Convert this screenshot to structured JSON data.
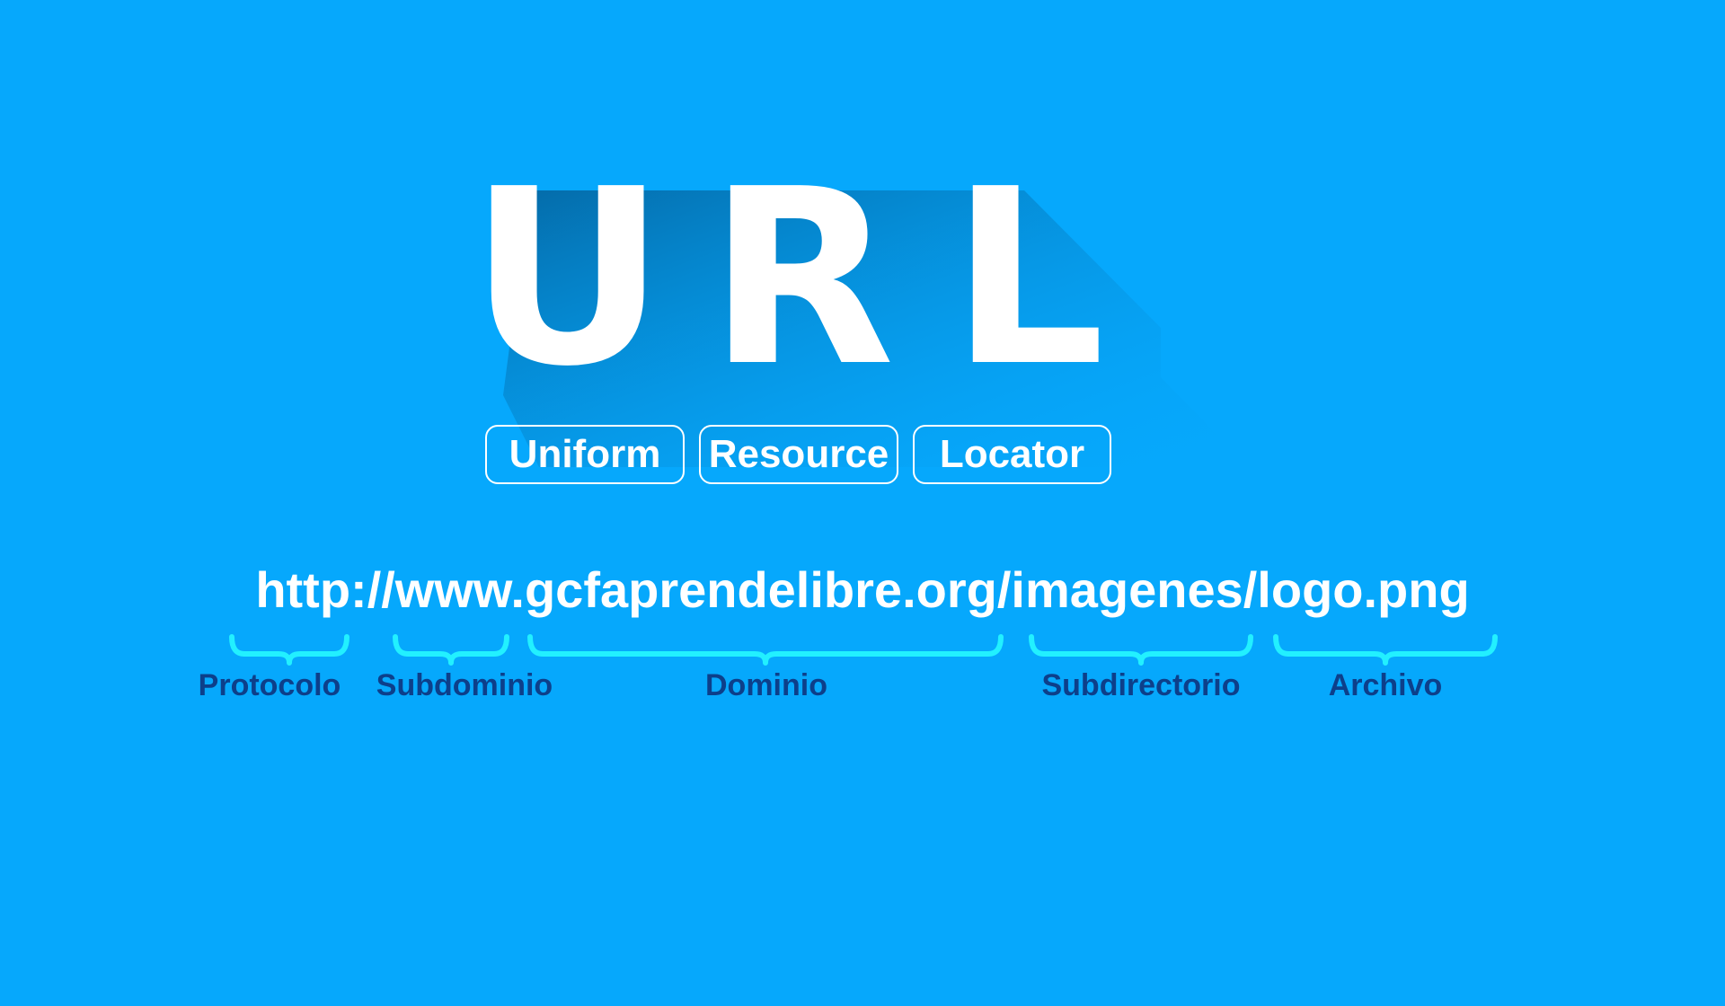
{
  "colors": {
    "background": "#06a8fc",
    "shadow": "#0578b8",
    "title_text": "#ffffff",
    "brace": "#22f0ff",
    "label_text": "#0d3f8a"
  },
  "title": {
    "letters": [
      "U",
      "R",
      "L"
    ],
    "words": [
      "Uniform",
      "Resource",
      "Locator"
    ]
  },
  "url": "http://www.gcfaprendelibre.org/imagenes/logo.png",
  "parts": [
    {
      "label": "Protocolo"
    },
    {
      "label": "Subdominio"
    },
    {
      "label": "Dominio"
    },
    {
      "label": "Subdirectorio"
    },
    {
      "label": "Archivo"
    }
  ]
}
